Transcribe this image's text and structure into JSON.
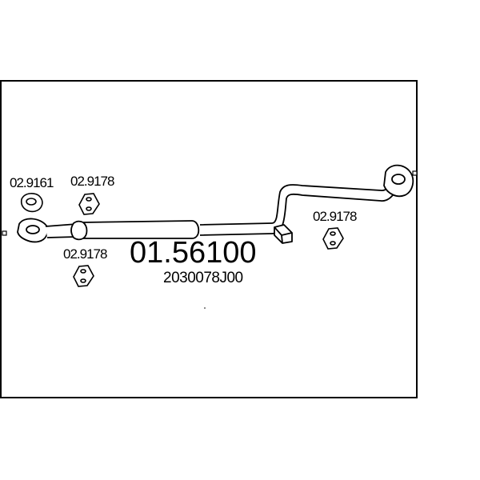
{
  "main_part_number": "01.56100",
  "oe_number": "2030078J00",
  "accessory_labels": {
    "gasket": "02.9161",
    "hanger_top": "02.9178",
    "hanger_bottom": "02.9178",
    "hanger_right": "02.9178"
  },
  "icons": {
    "pipe": "exhaust-pipe-icon",
    "gasket": "gasket-icon",
    "hanger": "rubber-hanger-icon"
  }
}
